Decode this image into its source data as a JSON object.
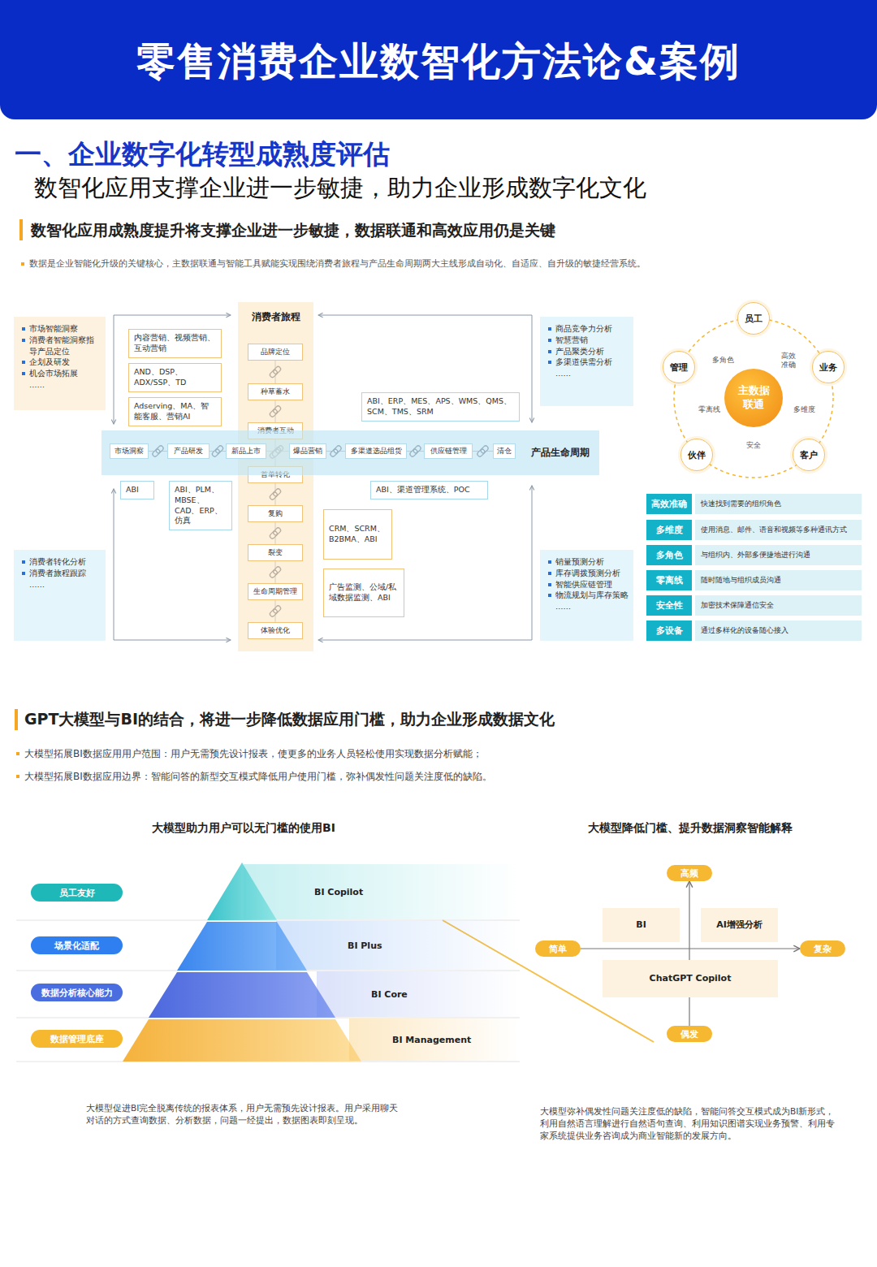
{
  "diagram": {
    "title": "零售消费企业数智化方法论&案例",
    "nodes": [
      {
        "text": [
          "市场智能洞察",
          "消费者智能洞察指导产品定位",
          "企划及研发",
          "机会市场拓展",
          "……"
        ]
      },
      {
        "text": [
          "内容营销、视频营销、互动营销"
        ]
      },
      {
        "text": [
          "AND、DSP、ADX/SSP、TD"
        ]
      },
      {
        "text": [
          "Adserving、MA、智能客服、营销AI"
        ]
      },
      {
        "text": [
          "消费者旅程"
        ]
      },
      {
        "text": [
          "品牌定位"
        ],
        "in": 4
      },
      {
        "text": [
          "种草蓄水"
        ],
        "in": 4
      },
      {
        "text": [
          "消费者互动"
        ],
        "in": 4
      },
      {
        "text": [
          "首单转化"
        ],
        "in": 4
      },
      {
        "text": [
          "复购"
        ],
        "in": 4
      },
      {
        "text": [
          "裂变"
        ],
        "in": 4
      },
      {
        "text": [
          "生命周期管理"
        ],
        "in": 4
      },
      {
        "text": [
          "体验优化"
        ],
        "in": 4
      },
      {
        "text": [
          "商品竞争力分析",
          "智慧营销",
          "产品聚类分析",
          "多渠道供需分析",
          "……"
        ]
      },
      {
        "text": [
          "ABI、ERP、MES、APS、WMS、QMS、SCM、TMS、SRM"
        ]
      },
      {
        "text": [
          "产品生命周期"
        ]
      },
      {
        "text": [
          "市场洞察"
        ],
        "in": 15
      },
      {
        "text": [
          "产品研发"
        ],
        "in": 15
      },
      {
        "text": [
          "新品上市"
        ],
        "in": 15
      },
      {
        "text": [
          "爆品营销"
        ],
        "in": 15
      },
      {
        "text": [
          "多渠道选品组货"
        ],
        "in": 15
      },
      {
        "text": [
          "供应链管理"
        ],
        "in": 15
      },
      {
        "text": [
          "清仓"
        ],
        "in": 15
      },
      {
        "text": [
          "ABI"
        ]
      },
      {
        "text": [
          "ABI、PLM、MBSE、CAD、ERP、仿真"
        ]
      },
      {
        "text": [
          "ABI、渠道管理系统、POC"
        ]
      },
      {
        "text": [
          "CRM、SCRM、B2BMA、ABI"
        ]
      },
      {
        "text": [
          "广告监测、公域/私域数据监测、ABI"
        ]
      },
      {
        "text": [
          "消费者转化分析",
          "消费者旅程跟踪",
          "……"
        ]
      },
      {
        "text": [
          "销量预测分析",
          "库存调拨预测分析",
          "智能供应链管理",
          "物流规划与库存策略",
          "……"
        ]
      },
      {
        "text": [
          "员工"
        ]
      },
      {
        "text": [
          "管理"
        ]
      },
      {
        "text": [
          "业务"
        ]
      },
      {
        "text": [
          "主数据联通"
        ]
      },
      {
        "text": [
          "伙伴"
        ]
      },
      {
        "text": [
          "客户"
        ]
      },
      {
        "text": [
          "高效准确"
        ]
      },
      {
        "text": [
          "快速找到需要的组织角色"
        ]
      },
      {
        "text": [
          "多维度"
        ]
      },
      {
        "text": [
          "使用消息、邮件、语音和视频等多种通讯方式"
        ]
      },
      {
        "text": [
          "多角色"
        ]
      },
      {
        "text": [
          "与组织内、外部多便捷地进行沟通"
        ]
      },
      {
        "text": [
          "零离线"
        ]
      },
      {
        "text": [
          "随时随地与组织成员沟通"
        ]
      },
      {
        "text": [
          "安全性"
        ]
      },
      {
        "text": [
          "加密技术保障通信安全"
        ]
      },
      {
        "text": [
          "多设备"
        ]
      },
      {
        "text": [
          "通过多样化的设备随心接入"
        ]
      },
      {
        "text": [
          "员工友好"
        ]
      },
      {
        "text": [
          "场景化适配"
        ]
      },
      {
        "text": [
          "数据分析核心能力"
        ]
      },
      {
        "text": [
          "数据管理底座"
        ]
      },
      {
        "text": [
          "BI Copilot"
        ]
      },
      {
        "text": [
          "BI Plus"
        ]
      },
      {
        "text": [
          "BI Core"
        ]
      },
      {
        "text": [
          "BI Management"
        ]
      },
      {
        "text": [
          "高频"
        ]
      },
      {
        "text": [
          "简单"
        ]
      },
      {
        "text": [
          "复杂"
        ]
      },
      {
        "text": [
          "偶发"
        ]
      },
      {
        "text": [
          "BI"
        ]
      },
      {
        "text": [
          "AI增强分析"
        ]
      },
      {
        "text": [
          "ChatGPT Copilot"
        ]
      }
    ],
    "edges": [
      {
        "from": 5,
        "to": 6,
        "arrow": "none"
      },
      {
        "from": 6,
        "to": 7,
        "arrow": "none"
      },
      {
        "from": 7,
        "to": 8,
        "arrow": "none"
      },
      {
        "from": 8,
        "to": 9,
        "arrow": "none"
      },
      {
        "from": 9,
        "to": 10,
        "arrow": "none"
      },
      {
        "from": 10,
        "to": 11,
        "arrow": "none"
      },
      {
        "from": 11,
        "to": 12,
        "arrow": "none"
      },
      {
        "from": 16,
        "to": 17,
        "arrow": "none"
      },
      {
        "from": 17,
        "to": 18,
        "arrow": "none"
      },
      {
        "from": 18,
        "to": 19,
        "arrow": "none"
      },
      {
        "from": 19,
        "to": 20,
        "arrow": "none"
      },
      {
        "from": 20,
        "to": 21,
        "arrow": "none"
      },
      {
        "from": 21,
        "to": 22,
        "arrow": "none"
      },
      {
        "from": 59,
        "to": 56,
        "arrow": "to"
      },
      {
        "from": 57,
        "to": 58,
        "arrow": "to"
      }
    ],
    "labels": [
      "一、企业数字化转型成熟度评估",
      "数智化应用支撑企业进一步敏捷，助力企业形成数字化文化",
      "数智化应用成熟度提升将支撑企业进一步敏捷，数据联通和高效应用仍是关键",
      "数据是企业智能化升级的关键核心，主数据联通与智能工具赋能实现围绕消费者旅程与产品生命周期两大主线形成自动化、自适应、自升级的敏捷经营系统。",
      "多角色",
      "高效准确",
      "零离线",
      "多维度",
      "安全",
      "GPT大模型与BI的结合，将进一步降低数据应用门槛，助力企业形成数据文化",
      "大模型拓展BI数据应用用户范围：用户无需预先设计报表，使更多的业务人员轻松使用实现数据分析赋能；",
      "大模型拓展BI数据应用边界：智能问答的新型交互模式降低用户使用门槛，弥补偶发性问题关注度低的缺陷。",
      "大模型助力用户可以无门槛的使用BI",
      "大模型降低门槛、提升数据洞察智能解释",
      "大模型促进BI完全脱离传统的报表体系，用户无需预先设计报表。用户采用聊天对话的方式查询数据、分析数据，问题一经提出，数据图表即刻呈现。",
      "大模型弥补偶发性问题关注度低的缺陷，智能问答交互模式成为BI新形式，利用自然语言理解进行自然语句查询、利用知识图谱实现业务预警、利用专家系统提供业务咨询成为商业智能新的发展方向。"
    ]
  }
}
